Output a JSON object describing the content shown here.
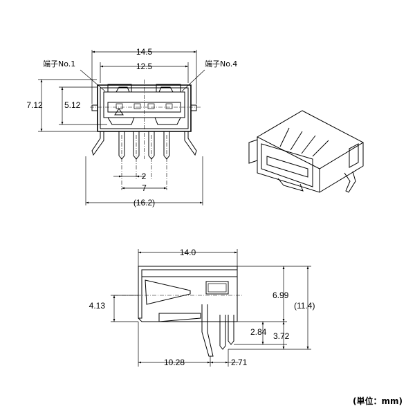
{
  "top_view": {
    "dim_overall_width": "14.5",
    "dim_inner_width": "12.5",
    "dim_total_height": "7.12",
    "dim_inner_height": "5.12",
    "dim_pin_pitch": "2",
    "dim_pin_span": "7",
    "dim_lead_span": "(16.2)",
    "terminal_1_label": "端子No.1",
    "terminal_4_label": "端子No.4"
  },
  "side_view": {
    "dim_length": "14.0",
    "dim_opening_height": "4.13",
    "dim_height_a": "6.99",
    "dim_overall_height": "(11.4)",
    "dim_pin_height": "2.84",
    "dim_height_b": "3.72",
    "dim_board_offset": "10.28",
    "dim_pin_offset": "2.71"
  },
  "unit_note": "(単位：mm)"
}
